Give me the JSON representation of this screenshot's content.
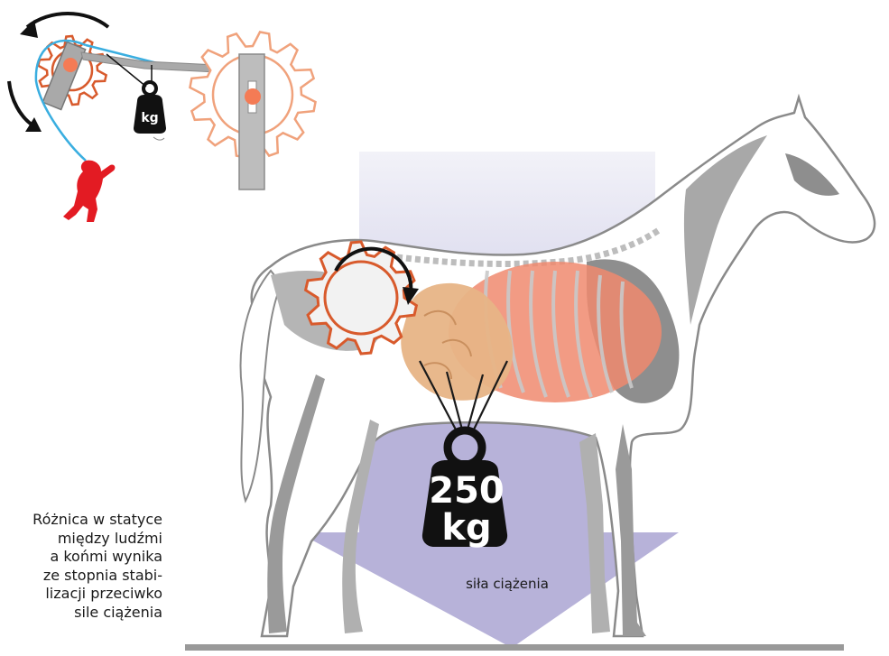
{
  "weights": {
    "small_unit": "kg",
    "large_value": "250",
    "large_unit": "kg"
  },
  "gravity_label": "siła ciążenia",
  "caption": "Różnica w statyce\nmiędzy ludźmi\na końmi wynika\nze stopnia stabi-\nlizacji przeciwko\nsile ciążenia",
  "colors": {
    "gear_outline": "#d85a2c",
    "gear_light": "#f0a27c",
    "pivot": "#f47b55",
    "rope": "#3aaee0",
    "human": "#e31b23",
    "arrow_fill": "#b7b2d9",
    "arrow_top": "#e4e3f1",
    "horse_gray": "#9c9c9c",
    "horse_light": "#dcdcdc",
    "ribs": "#f08a6e",
    "intestines": "#e7b486",
    "ground": "#999999"
  },
  "icons": [
    "rotation-arrow-icon",
    "weight-icon",
    "gear-icon",
    "human-figure-icon"
  ]
}
